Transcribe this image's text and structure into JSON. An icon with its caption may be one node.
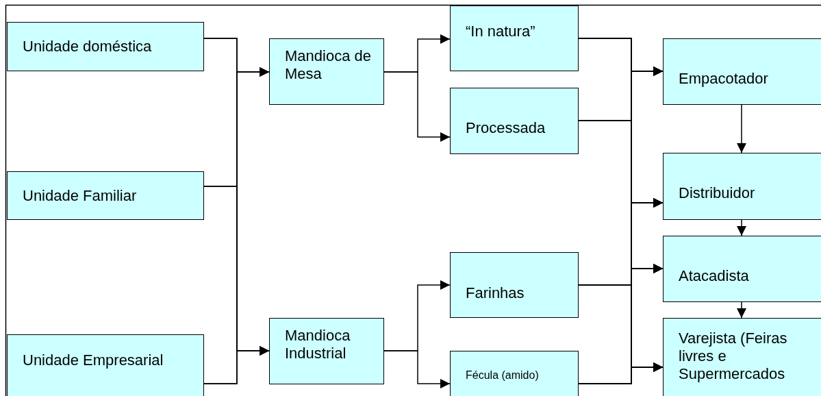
{
  "diagram": {
    "nodes": [
      {
        "text": [
          "Unidade doméstica"
        ]
      },
      {
        "text": [
          "Unidade Familiar"
        ]
      },
      {
        "text": [
          "Unidade Empresarial"
        ]
      },
      {
        "text": [
          "Mandioca de Mesa"
        ]
      },
      {
        "text": [
          "Mandioca Industrial"
        ]
      },
      {
        "text": [
          "“In natura”"
        ]
      },
      {
        "text": [
          "Processada"
        ]
      },
      {
        "text": [
          "Farinhas"
        ]
      },
      {
        "text": [
          "Fécula (amido)"
        ]
      },
      {
        "text": [
          "Empacotador"
        ]
      },
      {
        "text": [
          "Distribuidor"
        ]
      },
      {
        "text": [
          "Atacadista"
        ]
      },
      {
        "text": [
          "Varejista (Feiras livres e Supermercados"
        ]
      }
    ],
    "edges": [
      {
        "from": 0,
        "to": 3,
        "arrow": "to"
      },
      {
        "from": 1,
        "to": 3,
        "arrow": "to"
      },
      {
        "from": 2,
        "to": 3,
        "arrow": "to"
      },
      {
        "from": 0,
        "to": 4,
        "arrow": "to"
      },
      {
        "from": 1,
        "to": 4,
        "arrow": "to"
      },
      {
        "from": 2,
        "to": 4,
        "arrow": "to"
      },
      {
        "from": 3,
        "to": 5,
        "arrow": "to"
      },
      {
        "from": 3,
        "to": 6,
        "arrow": "to"
      },
      {
        "from": 4,
        "to": 7,
        "arrow": "to"
      },
      {
        "from": 4,
        "to": 8,
        "arrow": "to"
      },
      {
        "from": 5,
        "to": 9,
        "arrow": "to"
      },
      {
        "from": 5,
        "to": 10,
        "arrow": "to"
      },
      {
        "from": 5,
        "to": 11,
        "arrow": "to"
      },
      {
        "from": 5,
        "to": 12,
        "arrow": "to"
      },
      {
        "from": 6,
        "to": 9,
        "arrow": "to"
      },
      {
        "from": 6,
        "to": 10,
        "arrow": "to"
      },
      {
        "from": 6,
        "to": 11,
        "arrow": "to"
      },
      {
        "from": 6,
        "to": 12,
        "arrow": "to"
      },
      {
        "from": 7,
        "to": 9,
        "arrow": "to"
      },
      {
        "from": 7,
        "to": 10,
        "arrow": "to"
      },
      {
        "from": 7,
        "to": 11,
        "arrow": "to"
      },
      {
        "from": 7,
        "to": 12,
        "arrow": "to"
      },
      {
        "from": 8,
        "to": 9,
        "arrow": "to"
      },
      {
        "from": 8,
        "to": 10,
        "arrow": "to"
      },
      {
        "from": 8,
        "to": 11,
        "arrow": "to"
      },
      {
        "from": 8,
        "to": 12,
        "arrow": "to"
      },
      {
        "from": 9,
        "to": 10,
        "arrow": "to"
      },
      {
        "from": 10,
        "to": 11,
        "arrow": "to"
      },
      {
        "from": 11,
        "to": 12,
        "arrow": "to"
      }
    ]
  }
}
